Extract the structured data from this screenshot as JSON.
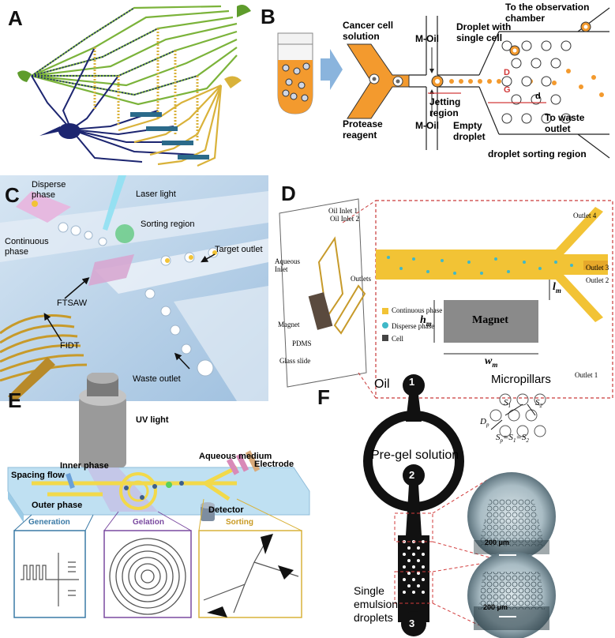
{
  "panels": {
    "A": {
      "letter": "A"
    },
    "B": {
      "letter": "B",
      "cancer_cell_solution": "Cancer cell solution",
      "protease_reagent": "Protease reagent",
      "m_oil_top": "M-Oil",
      "m_oil_bottom": "M-Oil",
      "droplet_single_cell": "Droplet with single cell",
      "to_observation": "To the observation chamber",
      "jetting_region": "Jetting region",
      "empty_droplet": "Empty droplet",
      "to_waste_outlet": "To waste outlet",
      "sorting_region": "droplet sorting region",
      "D": "D",
      "G": "G",
      "d": "d"
    },
    "C": {
      "letter": "C",
      "disperse_phase": "Disperse phase",
      "laser_light": "Laser light",
      "continuous_phase": "Continuous phase",
      "sorting_region": "Sorting region",
      "target_outlet": "Target outlet",
      "ftsaw": "FTSAW",
      "fidt": "FIDT",
      "waste_outlet": "Waste outlet"
    },
    "D": {
      "letter": "D",
      "oil_inlet_1": "Oil Inlet 1",
      "oil_inlet_2": "Oil Inlet 2",
      "aqueous_inlet": "Aqueous Inlet",
      "outlets": "Outlets",
      "magnet_small": "Magnet",
      "pdms": "PDMS",
      "glass_slide": "Glass slide",
      "outlet_4": "Outlet 4",
      "outlet_3": "Outlet 3",
      "outlet_2": "Outlet 2",
      "outlet_1": "Outlet 1",
      "legend_continuous": "Continuous phase",
      "legend_disperse": "Disperse phase",
      "legend_cell": "Cell",
      "magnet_big": "Magnet",
      "hm": "h",
      "hm_sub": "m",
      "lm": "l",
      "lm_sub": "m",
      "wm": "w",
      "wm_sub": "m"
    },
    "E": {
      "letter": "E",
      "uv_light": "UV light",
      "aqueous_medium": "Aqueous medium",
      "electrode": "Electrode",
      "spacing_flow": "Spacing flow",
      "inner_phase": "Inner phase",
      "outer_phase": "Outer phase",
      "detector": "Detector",
      "generation": "Generation",
      "gelation": "Gelation",
      "sorting": "Sorting"
    },
    "F": {
      "letter": "F",
      "oil": "Oil",
      "n1": "1",
      "n2": "2",
      "n3": "3",
      "pre_gel": "Pre-gel solution",
      "micropillars": "Micropillars",
      "s1": "S",
      "s1_sub": "1",
      "s2": "S",
      "s2_sub": "2",
      "dp": "D",
      "dp_sub": "p",
      "sp_eq": "S",
      "sp_eq_sub": "p",
      "sp_eq_rest": "=S",
      "sp_eq_sub1": "1",
      "sp_eq_rest2": "=S",
      "sp_eq_sub2": "2",
      "scale_1": "200 μm",
      "scale_2": "200 μm",
      "single_emulsion": "Single emulsion droplets"
    }
  },
  "colors": {
    "green": "#7bb33a",
    "navy": "#1c2570",
    "gold": "#d9b23a",
    "orange": "#f39a2e",
    "yellow_chip": "#f2c335",
    "red_dash": "#d23a3a",
    "blue_bg": "#9fc6e8"
  }
}
